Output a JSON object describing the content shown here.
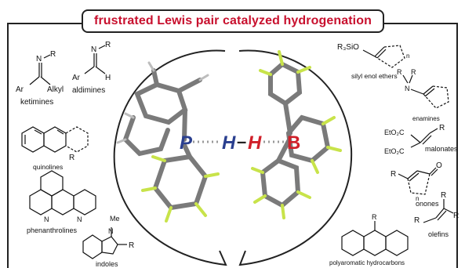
{
  "title": "frustrated Lewis pair catalyzed hydrogenation",
  "colors": {
    "title": "#c8102e",
    "phosphorus": "#2a3f8f",
    "boron": "#d0202a",
    "fluorine": "#c8e34a",
    "carbon": "#6b6b6b"
  },
  "center": {
    "p": "P",
    "h1": "H",
    "dash": "–",
    "h2": "H",
    "b": "B"
  },
  "left_substrates": {
    "ketimines": {
      "label": "ketimines",
      "atom_n": "N",
      "atom_r": "R",
      "ar": "Ar",
      "alkyl": "Alkyl"
    },
    "aldimines": {
      "label": "aldimines",
      "atom_n": "N",
      "atom_r": "R",
      "ar": "Ar",
      "h": "H"
    },
    "quinolines": {
      "label": "quinolines",
      "r": "R"
    },
    "phenanthrolines": {
      "label": "phenanthrolines",
      "n": "N"
    },
    "indoles": {
      "label": "indoles",
      "n": "N",
      "me": "Me",
      "r": "R"
    }
  },
  "right_substrates": {
    "silyl_enol_ethers": {
      "label": "silyl enol ethers",
      "r3sio": "R₃SiO",
      "n": "n"
    },
    "enamines": {
      "label": "enamines",
      "r": "R",
      "n": "N"
    },
    "malonates": {
      "label": "malonates",
      "eto2c": "EtO₂C",
      "r": "R"
    },
    "onones": {
      "label": "onones",
      "r": "R",
      "o": "O",
      "n": "n"
    },
    "olefins": {
      "label": "olefins",
      "r": "R"
    },
    "polyaromatics": {
      "label": "polyaromatic hydrocarbons",
      "r": "R"
    }
  }
}
